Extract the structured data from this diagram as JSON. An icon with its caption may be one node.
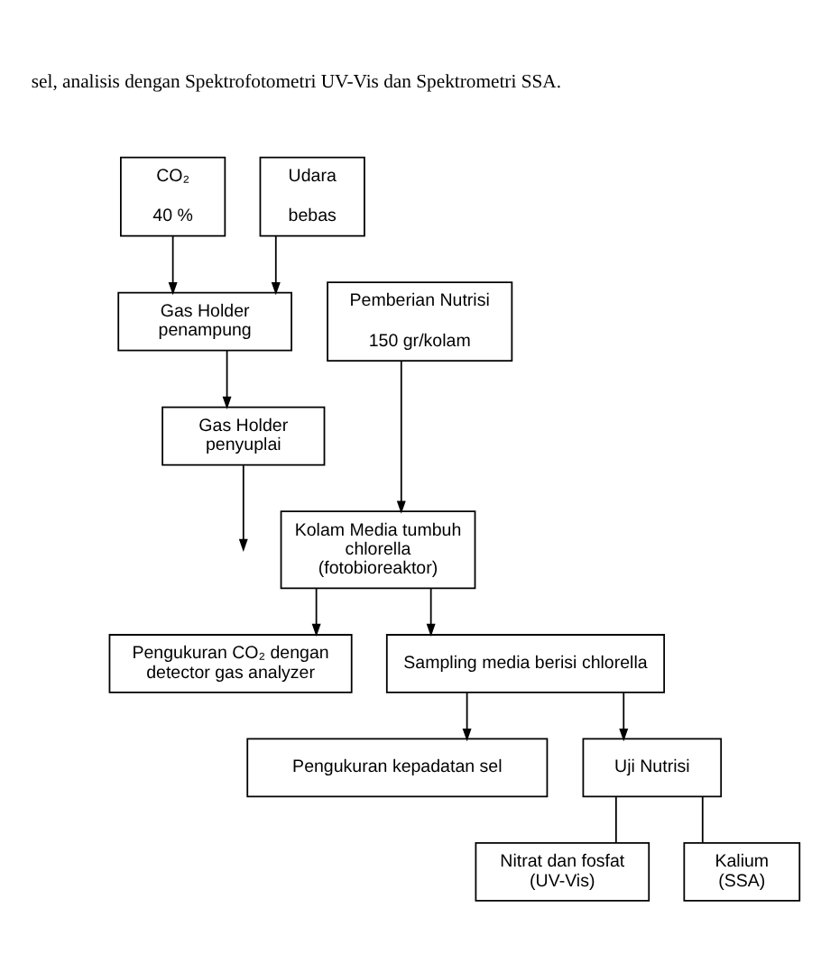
{
  "diagram": {
    "nodes": [
      {
        "text": [
          "CO₂",
          "40 %"
        ]
      },
      {
        "text": [
          "Udara",
          "bebas"
        ]
      },
      {
        "text": [
          "Gas Holder penampung"
        ]
      },
      {
        "text": [
          "Gas Holder penyuplai"
        ]
      },
      {
        "text": [
          "Pemberian Nutrisi",
          "150 gr/kolam"
        ]
      },
      {
        "text": [
          "Kolam Media tumbuh chlorella (fotobioreaktor)"
        ]
      },
      {
        "text": [
          "Pengukuran CO₂ dengan detector gas analyzer"
        ]
      },
      {
        "text": [
          "Sampling media berisi chlorella"
        ]
      },
      {
        "text": [
          "Pengukuran kepadatan sel"
        ]
      },
      {
        "text": [
          "Uji Nutrisi"
        ]
      },
      {
        "text": [
          "Nitrat dan fosfat (UV-Vis)"
        ]
      },
      {
        "text": [
          "Kalium (SSA)"
        ]
      }
    ],
    "edges": [
      {
        "from": 0,
        "to": 2,
        "arrow": "to"
      },
      {
        "from": 1,
        "to": 2,
        "arrow": "to"
      },
      {
        "from": 2,
        "to": 3,
        "arrow": "to"
      },
      {
        "from": 3,
        "to": null,
        "arrow": "to"
      },
      {
        "from": 4,
        "to": 5,
        "arrow": "to"
      },
      {
        "from": 5,
        "to": 6,
        "arrow": "to"
      },
      {
        "from": 5,
        "to": 7,
        "arrow": "to"
      },
      {
        "from": 7,
        "to": 8,
        "arrow": "to"
      },
      {
        "from": 7,
        "to": 9,
        "arrow": "to"
      },
      {
        "from": 9,
        "to": 10,
        "arrow": "none"
      },
      {
        "from": 9,
        "to": 11,
        "arrow": "none"
      }
    ],
    "labels": [
      "sel, analisis dengan Spektrofotometri UV-Vis dan Spektrometri SSA."
    ]
  }
}
